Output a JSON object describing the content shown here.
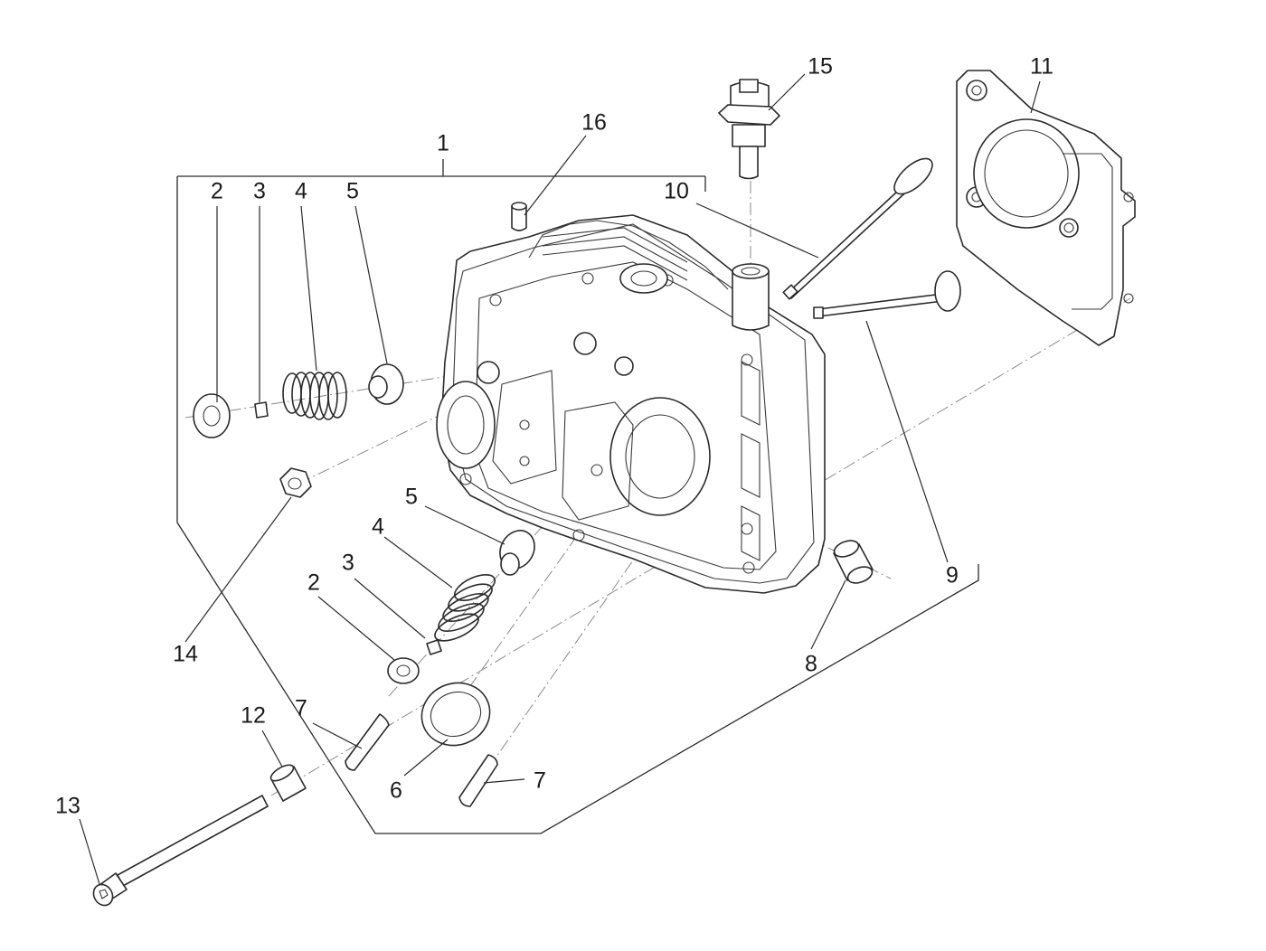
{
  "diagram": {
    "callouts": [
      {
        "id": "c1",
        "label": "1"
      },
      {
        "id": "c2a",
        "label": "2"
      },
      {
        "id": "c3a",
        "label": "3"
      },
      {
        "id": "c4a",
        "label": "4"
      },
      {
        "id": "c5a",
        "label": "5"
      },
      {
        "id": "c16",
        "label": "16"
      },
      {
        "id": "c15",
        "label": "15"
      },
      {
        "id": "c11",
        "label": "11"
      },
      {
        "id": "c10",
        "label": "10"
      },
      {
        "id": "c9",
        "label": "9"
      },
      {
        "id": "c8",
        "label": "8"
      },
      {
        "id": "c14",
        "label": "14"
      },
      {
        "id": "c5b",
        "label": "5"
      },
      {
        "id": "c4b",
        "label": "4"
      },
      {
        "id": "c3b",
        "label": "3"
      },
      {
        "id": "c2b",
        "label": "2"
      },
      {
        "id": "c7a",
        "label": "7"
      },
      {
        "id": "c7b",
        "label": "7"
      },
      {
        "id": "c6",
        "label": "6"
      },
      {
        "id": "c12",
        "label": "12"
      },
      {
        "id": "c13",
        "label": "13"
      }
    ]
  }
}
